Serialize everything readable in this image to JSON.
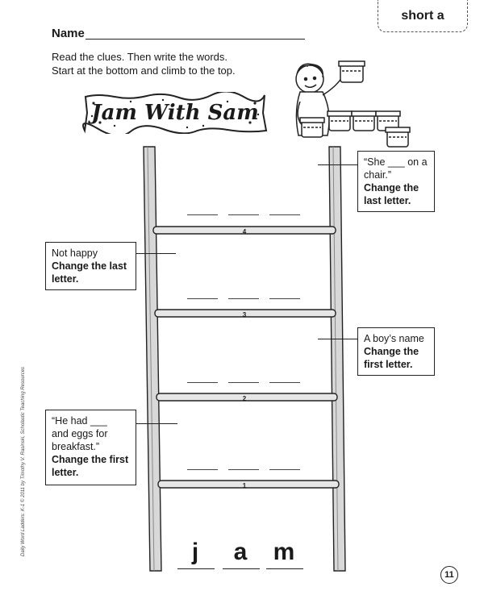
{
  "tag": "short a",
  "name_label": "Name",
  "instructions": [
    "Read the clues. Then write the words.",
    "Start at the bottom and climb to the top."
  ],
  "banner_title": "Jam With Sam",
  "clues": [
    {
      "line1": "“She ___ on a",
      "line2": "chair.”",
      "line3": "",
      "instr1": "Change the",
      "instr2": "last letter."
    },
    {
      "line1": "Not happy",
      "line2": "",
      "line3": "",
      "instr1": "Change the last",
      "instr2": "letter."
    },
    {
      "line1": "A boy’s name",
      "line2": "",
      "line3": "",
      "instr1": "Change the",
      "instr2": "first letter."
    },
    {
      "line1": "“He had ___",
      "line2": "and eggs for",
      "line3": "breakfast.”",
      "instr1": "Change the first",
      "instr2": "letter."
    }
  ],
  "rungs": [
    "4",
    "3",
    "2",
    "1"
  ],
  "start_letters": [
    "j",
    "a",
    "m"
  ],
  "page_number": "11",
  "credit": "Daily Word Ladders: K-1 © 2011 by Timothy V. Rasinski, Scholastic Teaching Resources"
}
